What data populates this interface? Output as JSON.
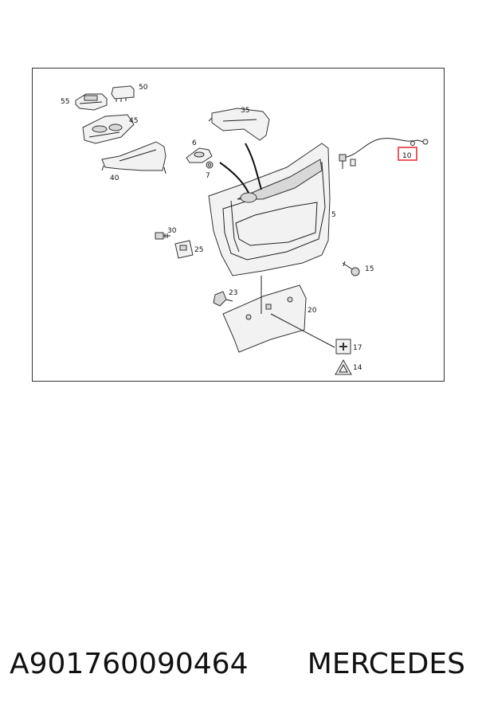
{
  "diagram": {
    "callouts": {
      "c55": "55",
      "c50": "50",
      "c45": "45",
      "c40": "40",
      "c35": "35",
      "c6": "6",
      "c7": "7",
      "c10": "10",
      "c5": "5",
      "c30": "30",
      "c25": "25",
      "c15": "15",
      "c23": "23",
      "c20": "20",
      "c17": "17",
      "c14": "14"
    },
    "highlight_color": "#e8313a"
  },
  "caption": {
    "part_number": "A901760090464",
    "brand": "MERCEDES"
  }
}
